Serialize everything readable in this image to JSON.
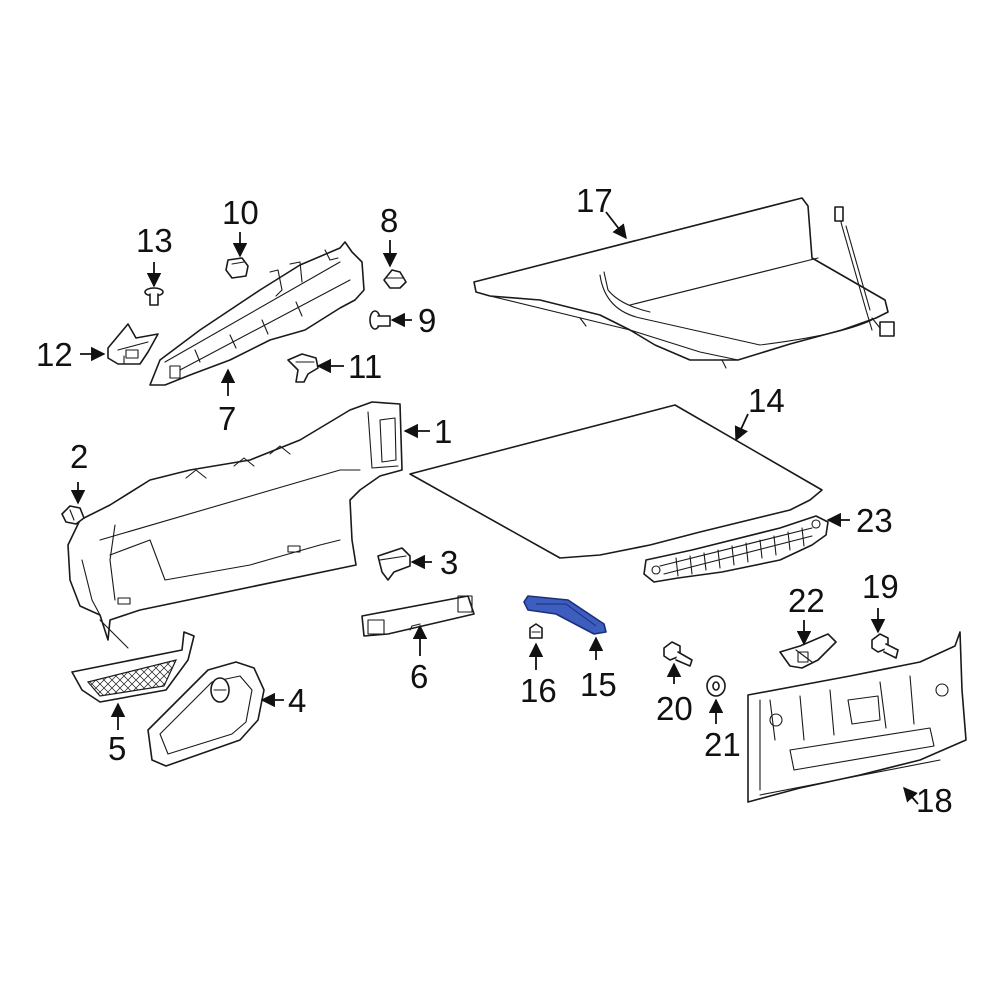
{
  "colors": {
    "background": "#ffffff",
    "line": "#1a1a1a",
    "highlight_fill": "#3d5dbf",
    "highlight_stroke": "#1c2f7a"
  },
  "callouts": {
    "c1": "1",
    "c2": "2",
    "c3": "3",
    "c4": "4",
    "c5": "5",
    "c6": "6",
    "c7": "7",
    "c8": "8",
    "c9": "9",
    "c10": "10",
    "c11": "11",
    "c12": "12",
    "c13": "13",
    "c14": "14",
    "c15": "15",
    "c16": "16",
    "c17": "17",
    "c18": "18",
    "c19": "19",
    "c20": "20",
    "c21": "21",
    "c22": "22",
    "c23": "23"
  },
  "highlighted_part": "15"
}
